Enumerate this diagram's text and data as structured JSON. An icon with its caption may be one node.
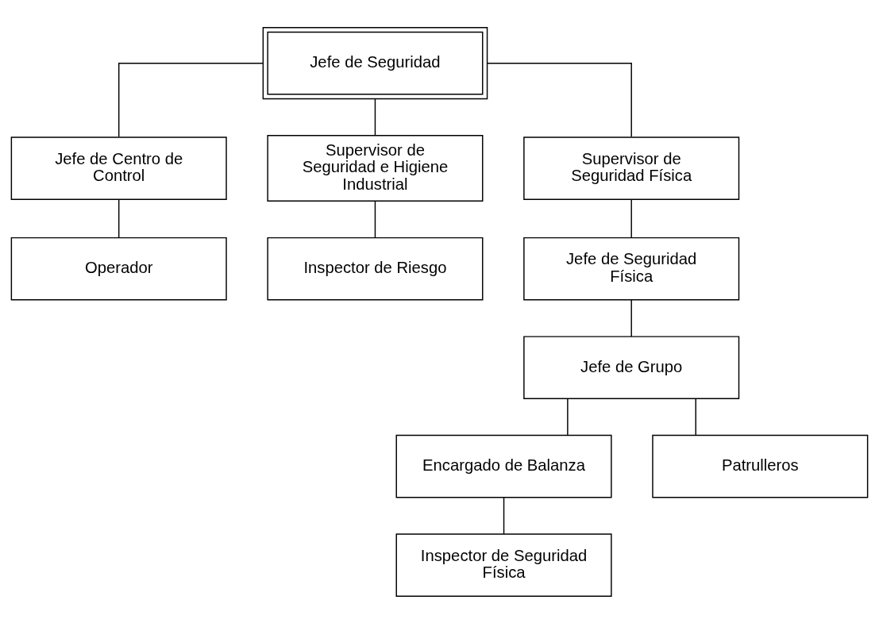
{
  "diagram": {
    "nodes": [
      {
        "text": [
          "Jefe de Seguridad"
        ]
      },
      {
        "text": [
          "Jefe de Centro de Control"
        ]
      },
      {
        "text": [
          "Supervisor de Seguridad e Higiene Industrial"
        ]
      },
      {
        "text": [
          "Supervisor de Seguridad Física"
        ]
      },
      {
        "text": [
          "Operador"
        ]
      },
      {
        "text": [
          "Inspector de Riesgo"
        ]
      },
      {
        "text": [
          "Jefe de Seguridad Física"
        ]
      },
      {
        "text": [
          "Jefe de Grupo"
        ]
      },
      {
        "text": [
          "Encargado de Balanza"
        ]
      },
      {
        "text": [
          "Patrulleros"
        ]
      },
      {
        "text": [
          "Inspector de Seguridad Física"
        ]
      }
    ],
    "edges": [
      {
        "from": 0,
        "to": 1,
        "arrow": "none"
      },
      {
        "from": 0,
        "to": 2,
        "arrow": "none"
      },
      {
        "from": 0,
        "to": 3,
        "arrow": "none"
      },
      {
        "from": 1,
        "to": 4,
        "arrow": "none"
      },
      {
        "from": 2,
        "to": 5,
        "arrow": "none"
      },
      {
        "from": 3,
        "to": 6,
        "arrow": "none"
      },
      {
        "from": 6,
        "to": 7,
        "arrow": "none"
      },
      {
        "from": 7,
        "to": 8,
        "arrow": "none"
      },
      {
        "from": 7,
        "to": 9,
        "arrow": "none"
      },
      {
        "from": 8,
        "to": 10,
        "arrow": "none"
      }
    ]
  }
}
